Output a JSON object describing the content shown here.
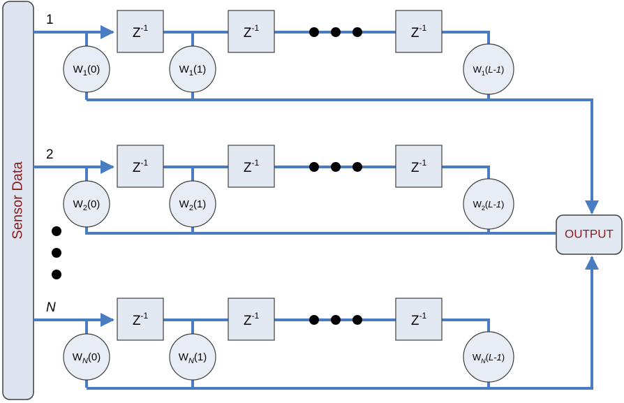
{
  "sensor_bar": {
    "label": "Sensor  Data"
  },
  "output": {
    "label": "OUTPUT"
  },
  "delay": {
    "base": "Z",
    "sup": "-1"
  },
  "rows": [
    {
      "channel": "1",
      "channel_italic": false,
      "sub": "1",
      "sub_italic": false,
      "w0_arg": "(0)",
      "w1_arg": "(1)",
      "wl_arg": "L-1"
    },
    {
      "channel": "2",
      "channel_italic": false,
      "sub": "2",
      "sub_italic": false,
      "w0_arg": "(0)",
      "w1_arg": "(1)",
      "wl_arg": "L-1"
    },
    {
      "channel": "N",
      "channel_italic": true,
      "sub": "N",
      "sub_italic": true,
      "w0_arg": "(0)",
      "w1_arg": "(1)",
      "wl_arg": "L-1"
    }
  ],
  "weight_base": "W",
  "colors": {
    "line": "#4a7cc2",
    "box_fill": "#e3e9f3",
    "box_stroke": "#3f3f3f",
    "circle_fill": "#e8ecf5",
    "sensor_fill": "#dde4ef",
    "sensor_text": "#8b1a1a",
    "output_text": "#8b1a1a",
    "text": "#000000"
  }
}
